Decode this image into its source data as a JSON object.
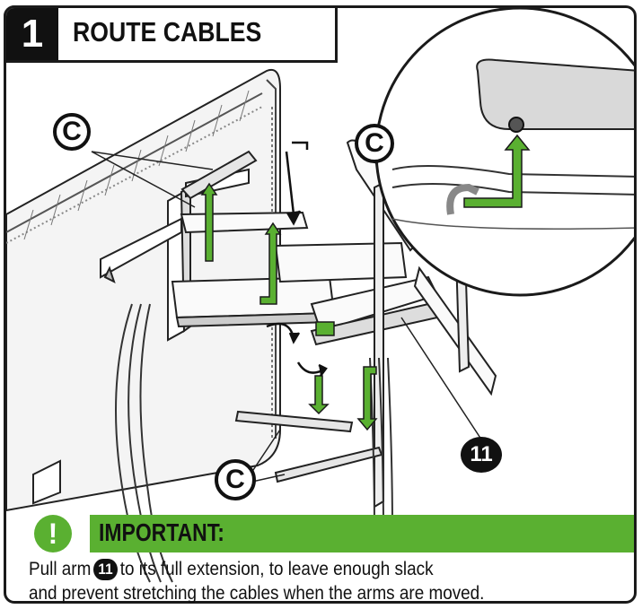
{
  "step": {
    "number": "1",
    "title": "ROUTE CABLES"
  },
  "callouts": {
    "part_letter": "C",
    "arm_number": "11"
  },
  "important": {
    "icon": "exclamation-icon",
    "heading": "IMPORTANT:",
    "note_before": "Pull arm",
    "note_badge": "11",
    "note_after_line1": "to its full extension, to leave enough slack",
    "note_line2": "and prevent stretching the cables when the arms are moved."
  },
  "colors": {
    "accent_green": "#5ab031",
    "ink": "#111111"
  }
}
